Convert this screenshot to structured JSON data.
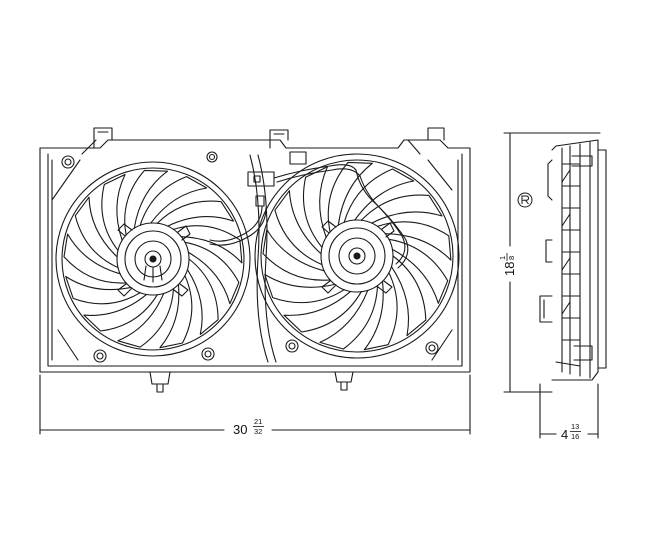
{
  "dimensions": {
    "width": {
      "whole": "30",
      "num": "21",
      "den": "32"
    },
    "height": {
      "whole": "18",
      "num": "1",
      "den": "8"
    },
    "depth": {
      "whole": "4",
      "num": "13",
      "den": "16"
    }
  },
  "fans": {
    "count": 2,
    "blades_per_fan": 13
  },
  "colors": {
    "line": "#1a1a1a",
    "background": "#ffffff"
  },
  "icons": {
    "registered_mark": "registered-icon"
  }
}
